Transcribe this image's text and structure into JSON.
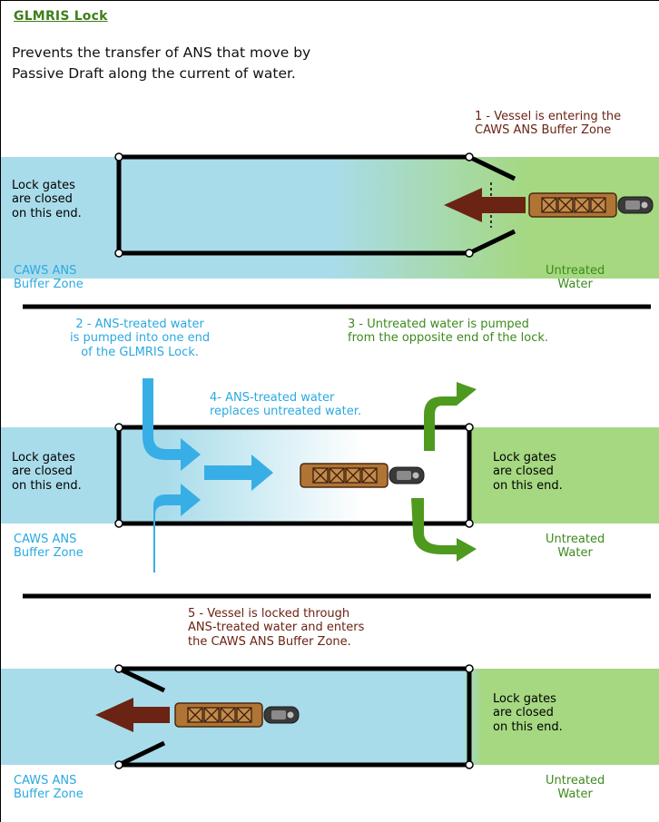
{
  "title": "GLMRIS Lock",
  "subtitle_line1": "Prevents the transfer of ANS that move by",
  "subtitle_line2": "Passive Draft along the current of water.",
  "panel1": {
    "step_line1": "1 - Vessel is entering the",
    "step_line2": "CAWS ANS Buffer Zone",
    "left_note": [
      "Lock gates",
      "are closed",
      "on this end."
    ],
    "left_zone": [
      "CAWS ANS",
      "Buffer Zone"
    ],
    "right_zone": [
      "Untreated",
      "Water"
    ]
  },
  "panel2": {
    "step2": [
      "2 - ANS-treated water",
      "is pumped into one end",
      "of the GLMRIS Lock."
    ],
    "step3": [
      "3 - Untreated water is pumped",
      "from the opposite end of the lock."
    ],
    "step4": [
      "4- ANS-treated water",
      "replaces untreated water."
    ],
    "left_note": [
      "Lock gates",
      "are closed",
      "on this end."
    ],
    "right_note": [
      "Lock gates",
      "are closed",
      "on this end."
    ],
    "left_zone": [
      "CAWS ANS",
      "Buffer Zone"
    ],
    "right_zone": [
      "Untreated",
      "Water"
    ]
  },
  "panel3": {
    "step5": [
      "5 - Vessel is locked through",
      "ANS-treated water and enters",
      "the CAWS ANS Buffer Zone."
    ],
    "right_note": [
      "Lock gates",
      "are closed",
      "on this end."
    ],
    "left_zone": [
      "CAWS ANS",
      "Buffer Zone"
    ],
    "right_zone": [
      "Untreated",
      "Water"
    ]
  },
  "colors": {
    "treated_water": "#a9dcea",
    "untreated_water": "#a5d881",
    "treated_text": "#2aa9e1",
    "untreated_text": "#3c8a1c",
    "vessel_text": "#6b2313",
    "title": "#3f7f1c",
    "barge": "#b07535",
    "tug": "#3a3a3a"
  }
}
